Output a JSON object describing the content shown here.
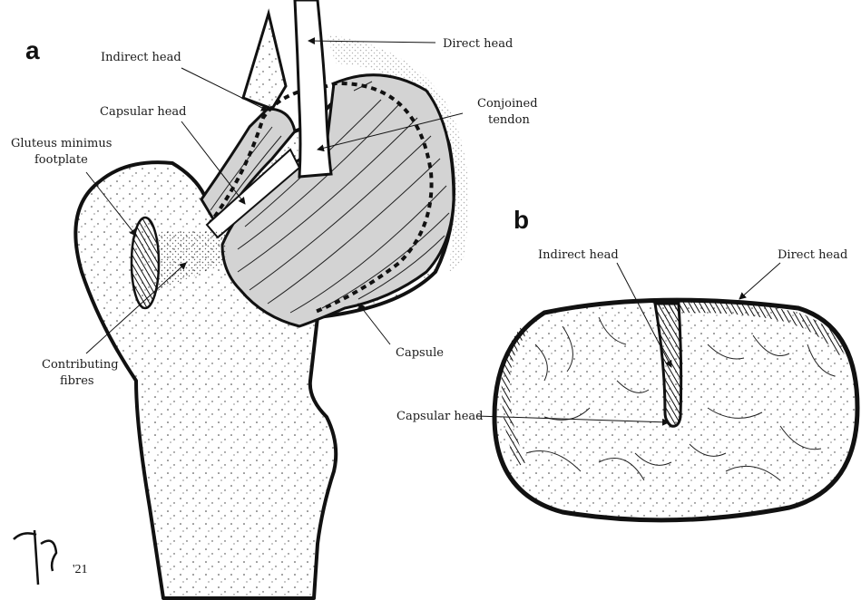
{
  "panel_a": {
    "letter": "a",
    "labels": {
      "direct_head": "Direct head",
      "indirect_head": "Indirect head",
      "capsular_head": "Capsular head",
      "conjoined_1": "Conjoined",
      "conjoined_2": "tendon",
      "gluteus_1": "Gluteus minimus",
      "gluteus_2": "footplate",
      "contributing_1": "Contributing",
      "contributing_2": "fibres",
      "capsule": "Capsule"
    }
  },
  "panel_b": {
    "letter": "b",
    "labels": {
      "indirect_head": "Indirect head",
      "direct_head": "Direct head",
      "capsular_head": "Capsular head"
    }
  },
  "signature": {
    "year": "'21"
  }
}
